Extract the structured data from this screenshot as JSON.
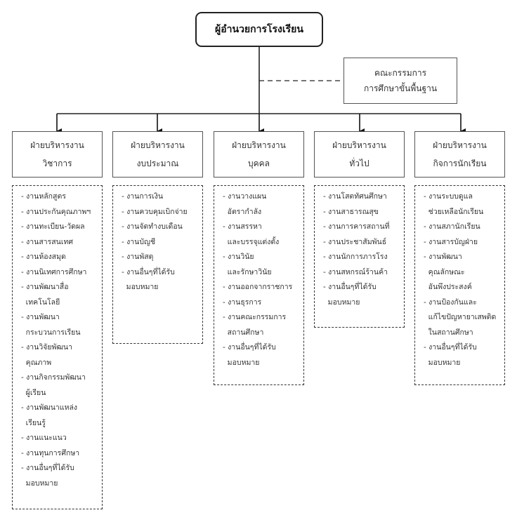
{
  "top": {
    "title": "ผู้อำนวยการโรงเรียน"
  },
  "committee": {
    "line1": "คณะกรรมการ",
    "line2": "การศึกษาขั้นพื้นฐาน"
  },
  "departments": [
    {
      "title": "ฝ่ายบริหารงาน",
      "subtitle": "วิชาการ",
      "items": [
        "- งานหลักสูตร",
        "- งานประกันคุณภาพฯ",
        "- งานทะเบียน-วัดผล",
        "- งานสารสนเทศ",
        "- งานห้องสมุด",
        "- งานนิเทศการศึกษา",
        "- งานพัฒนาสื่อ",
        "  เทคโนโลยี",
        "- งานพัฒนา",
        "  กระบวนการเรียน",
        "- งานวิจัยพัฒนา",
        "  คุณภาพ",
        "- งานกิจกรรมพัฒนา",
        "  ผู้เรียน",
        "- งานพัฒนาแหล่ง",
        "  เรียนรู้",
        "- งานแนะแนว",
        "- งานทุนการศึกษา",
        "- งานอื่นๆที่ได้รับ",
        "  มอบหมาย"
      ]
    },
    {
      "title": "ฝ่ายบริหารงาน",
      "subtitle": "งบประมาณ",
      "items": [
        "- งานการเงิน",
        "- งานควบคุมเบิกจ่าย",
        "- งานจัดทำงบเดือน",
        "- งานบัญชี",
        "- งานพัสดุ",
        "- งานอื่นๆที่ได้รับ",
        "  มอบหมาย"
      ]
    },
    {
      "title": "ฝ่ายบริหารงาน",
      "subtitle": "บุคคล",
      "items": [
        "- งานวางแผน",
        "  อัตรากำลัง",
        "- งานสรรหา",
        "  และบรรจุแต่งตั้ง",
        "- งานวินัย",
        "  และรักษาวินัย",
        "- งานออกจากราชการ",
        "- งานธุรการ",
        "- งานคณะกรรมการ",
        "  สถานศึกษา",
        "- งานอื่นๆที่ได้รับ",
        "  มอบหมาย"
      ]
    },
    {
      "title": "ฝ่ายบริหารงาน",
      "subtitle": "ทั่วไป",
      "items": [
        "- งานโสตทัศนศึกษา",
        "- งานสาธารณสุข",
        "- งานการคารสถานที่",
        "- งานประชาสัมพันธ์",
        "- งานนักการภารโรง",
        "- งานสหกรณ์ร้านค้า",
        "- งานอื่นๆที่ได้รับ",
        "  มอบหมาย"
      ]
    },
    {
      "title": "ฝ่ายบริหารงาน",
      "subtitle": "กิจการนักเรียน",
      "items": [
        "- งานระบบดูแล",
        "  ช่วยเหลือนักเรียน",
        "- งานสภานักเรียน",
        "- งานสารบัญฝ่าย",
        "- งานพัฒนา",
        "  คุณลักษณะ",
        "  อันพึงประสงค์",
        "- งานป้องกันและ",
        "  แก้ไขปัญหายาเสพติด",
        "  ในสถานศึกษา",
        "- งานอื่นๆที่ได้รับ",
        "  มอบหมาย"
      ]
    }
  ]
}
